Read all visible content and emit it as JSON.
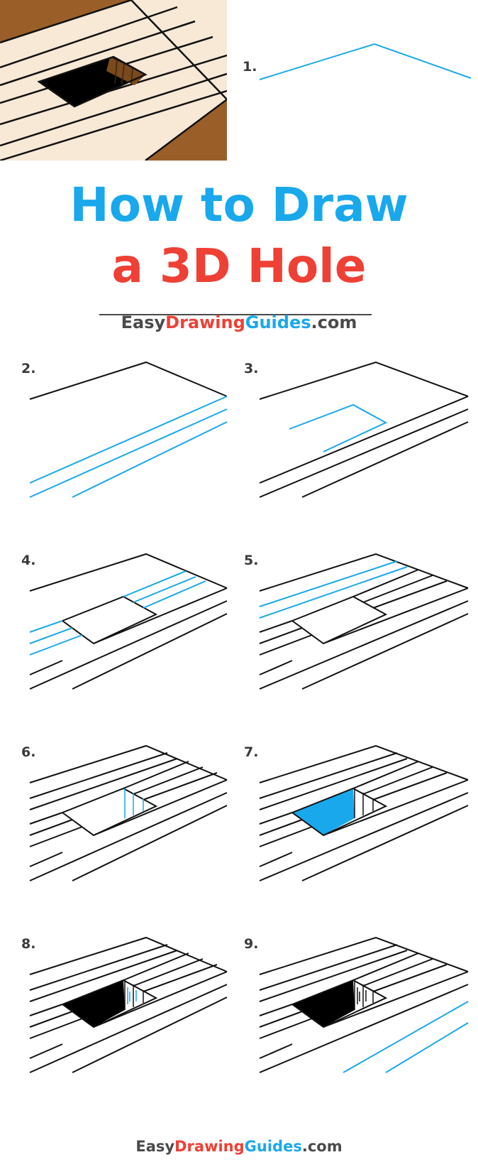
{
  "title": {
    "line1": "How to Draw",
    "line2": "a 3D Hole"
  },
  "brand": {
    "easy": "Easy",
    "drawing": "Drawing",
    "guides": "Guides",
    "tld": ".com"
  },
  "steps": [
    "1.",
    "2.",
    "3.",
    "4.",
    "5.",
    "6.",
    "7.",
    "8.",
    "9."
  ],
  "colors": {
    "blue": "#19a8ec",
    "red": "#ee4035",
    "ink": "#111111",
    "plank": "#f7e9d6",
    "earth": "#9a5f28",
    "wood": "#7a4a1c"
  }
}
